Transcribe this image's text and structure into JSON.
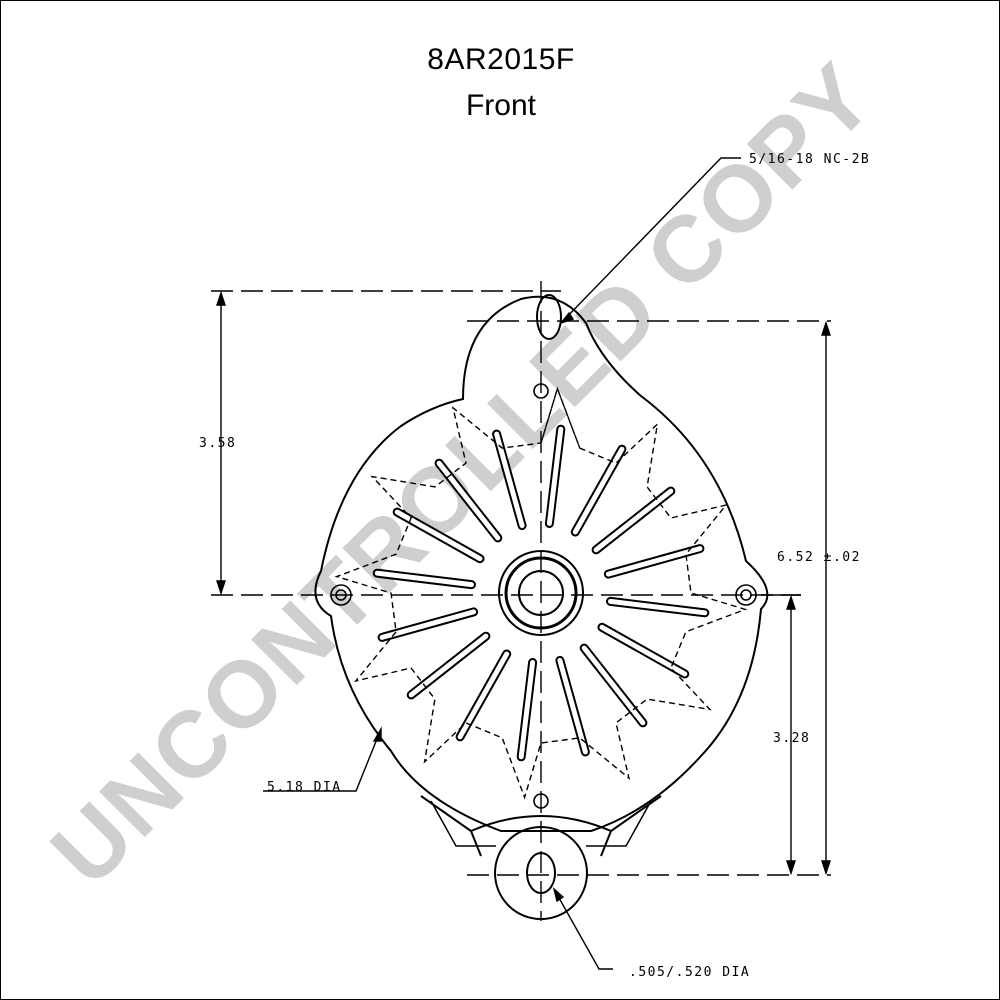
{
  "title": "8AR2015F",
  "subtitle": "Front",
  "watermark": "UNCONTROLLED COPY",
  "dimensions": {
    "thread": "5/16-18 NC-2B",
    "left_height": "3.58",
    "overall_height": "6.52 ±.02",
    "right_height": "3.28",
    "body_dia": "5.18 DIA",
    "hole_dia": ".505/.520 DIA"
  },
  "colors": {
    "line": "#000000",
    "watermark": "#cfcfcf"
  }
}
